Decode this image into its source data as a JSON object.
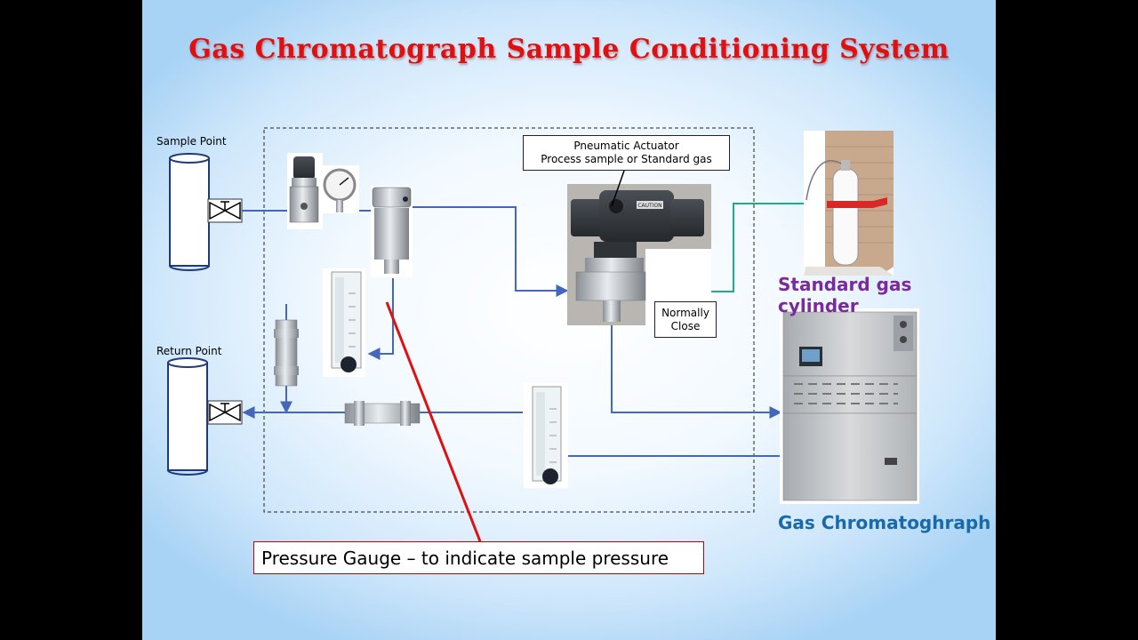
{
  "slide": {
    "title": "Gas Chromatograph Sample Conditioning System",
    "labels": {
      "sample_point": "Sample Point",
      "return_point": "Return Point",
      "actuator_line1": "Pneumatic Actuator",
      "actuator_line2": "Process sample or  Standard gas",
      "normally_line1": "Normally",
      "normally_line2": "Close",
      "standard_gas": "Standard gas cylinder",
      "gas_chromatograph": "Gas Chromatoghraph",
      "pressure_gauge_callout": "Pressure Gauge – to indicate sample pressure",
      "caution": "CAUTION"
    },
    "colors": {
      "title": "#e01010",
      "pipe_blue": "#4466bb",
      "pipe_green": "#22aa88",
      "callout_line": "#e01010",
      "standard_gas_label": "#7a2a9a",
      "gc_label": "#1a6aaa"
    }
  }
}
